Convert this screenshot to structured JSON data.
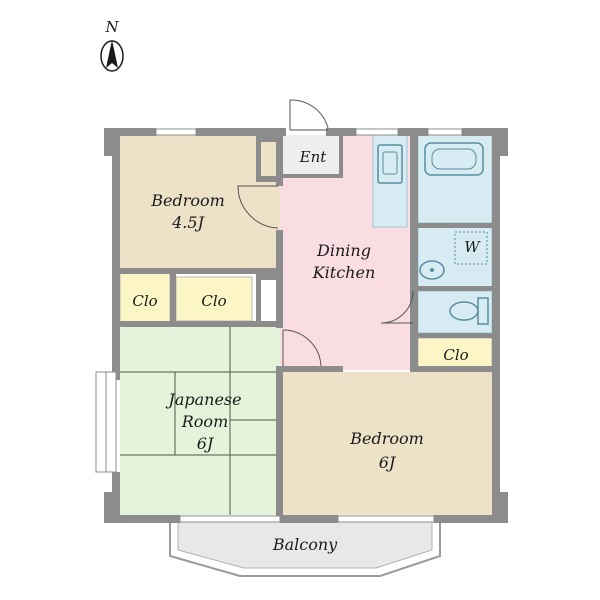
{
  "compass": {
    "label": "N",
    "icon": "north-arrow-icon"
  },
  "rooms": {
    "bedroom_small": {
      "name": "Bedroom",
      "size": "4.5J",
      "color": "#ede1c8"
    },
    "dining_kitchen": {
      "name_line1": "Dining",
      "name_line2": "Kitchen",
      "color": "#fadde2"
    },
    "japanese_room": {
      "name_line1": "Japanese",
      "name_line2": "Room",
      "size": "6J",
      "color": "#e4f4da"
    },
    "bedroom_large": {
      "name": "Bedroom",
      "size": "6J",
      "color": "#ede1c8"
    },
    "entrance": {
      "name": "Ent",
      "color": "#eeeeee"
    },
    "closet_1": {
      "name": "Clo",
      "color": "#fcf5c6"
    },
    "closet_2": {
      "name": "Clo",
      "color": "#fcf5c6"
    },
    "closet_3": {
      "name": "Clo",
      "color": "#fcf5c6"
    },
    "washroom": {
      "name": "W",
      "color": "#d6ecf2"
    },
    "balcony": {
      "name": "Balcony",
      "color": "#e8e8e8"
    }
  },
  "colors": {
    "wall": "#8c8c8c",
    "water": "#d6ecf2",
    "fixture": "#9cc8d6"
  }
}
